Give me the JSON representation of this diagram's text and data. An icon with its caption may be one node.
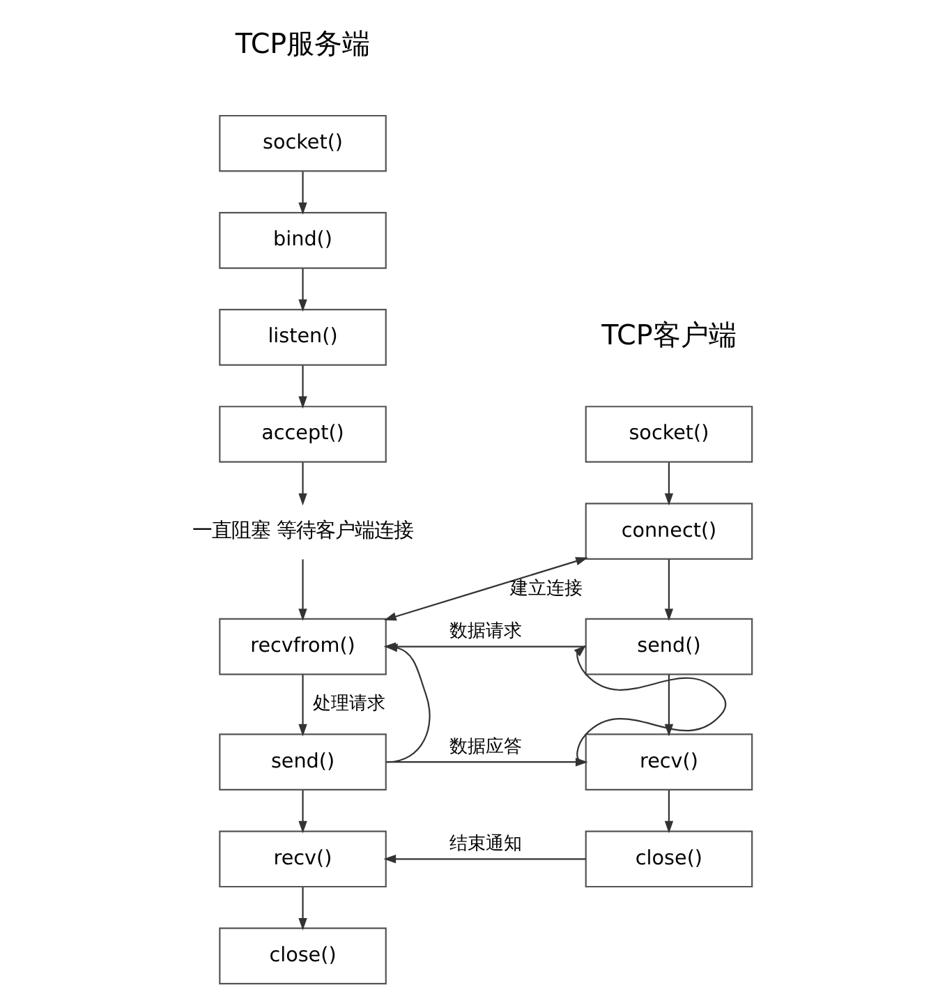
{
  "diagram": {
    "nodes": [
      {
        "text": [
          "socket()"
        ]
      },
      {
        "text": [
          "bind()"
        ]
      },
      {
        "text": [
          "listen()"
        ]
      },
      {
        "text": [
          "accept()"
        ]
      },
      {
        "text": [
          "一直阻塞 等待客户端连接"
        ]
      },
      {
        "text": [
          "socket()"
        ]
      },
      {
        "text": [
          "connect()"
        ]
      },
      {
        "text": [
          "send()"
        ]
      },
      {
        "text": [
          "recv()"
        ]
      },
      {
        "text": [
          "close()"
        ]
      },
      {
        "text": [
          "recvfrom()"
        ]
      },
      {
        "text": [
          "send()"
        ]
      },
      {
        "text": [
          "recv()"
        ]
      },
      {
        "text": [
          "close()"
        ]
      }
    ],
    "edges": [
      {
        "from": 0,
        "to": 1,
        "arrow": "to"
      },
      {
        "from": 1,
        "to": 2,
        "arrow": "to"
      },
      {
        "from": 2,
        "to": 3,
        "arrow": "to"
      },
      {
        "from": 3,
        "to": 4,
        "arrow": "to"
      },
      {
        "from": 4,
        "to": 10,
        "arrow": "to"
      },
      {
        "from": 10,
        "to": 11,
        "arrow": "to",
        "label": "处理请求"
      },
      {
        "from": 11,
        "to": 10,
        "arrow": "to"
      },
      {
        "from": 11,
        "to": 12,
        "arrow": "to"
      },
      {
        "from": 12,
        "to": 13,
        "arrow": "to"
      },
      {
        "from": 5,
        "to": 6,
        "arrow": "to"
      },
      {
        "from": 6,
        "to": 7,
        "arrow": "to"
      },
      {
        "from": 7,
        "to": 8,
        "arrow": "to"
      },
      {
        "from": 8,
        "to": 7,
        "arrow": "to"
      },
      {
        "from": 8,
        "to": 9,
        "arrow": "to"
      },
      {
        "from": 6,
        "to": 10,
        "arrow": "both",
        "label": "建立连接"
      },
      {
        "from": 7,
        "to": 10,
        "arrow": "to",
        "label": "数据请求"
      },
      {
        "from": 11,
        "to": 8,
        "arrow": "to",
        "label": "数据应答"
      },
      {
        "from": 9,
        "to": 12,
        "arrow": "to",
        "label": "结束通知"
      }
    ],
    "labels": [
      "TCP服务端",
      "TCP客户端"
    ]
  }
}
